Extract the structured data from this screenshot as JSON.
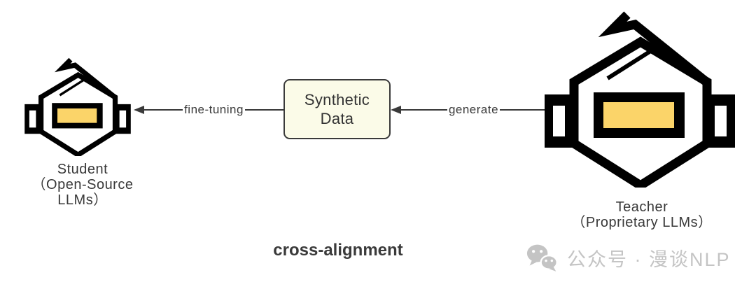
{
  "diagram": {
    "student": {
      "title": "Student",
      "subtitle": "（Open-Source LLMs）"
    },
    "teacher": {
      "title": "Teacher",
      "subtitle": "（Proprietary LLMs）"
    },
    "synthetic_box": {
      "line1": "Synthetic",
      "line2": "Data"
    },
    "edges": {
      "fine_tuning_label": "fine-tuning",
      "generate_label": "generate"
    },
    "caption": "cross-alignment"
  },
  "watermark": {
    "icon": "wechat-icon",
    "text": "公众号 · 漫谈NLP"
  },
  "colors": {
    "visor_yellow": "#FBD469",
    "box_fill": "#FBFBE8",
    "box_border": "#3A3A3A",
    "line": "#3A3A3A",
    "text": "#383838",
    "watermark_gray": "#C4C4C4",
    "robot_black": "#000000"
  }
}
